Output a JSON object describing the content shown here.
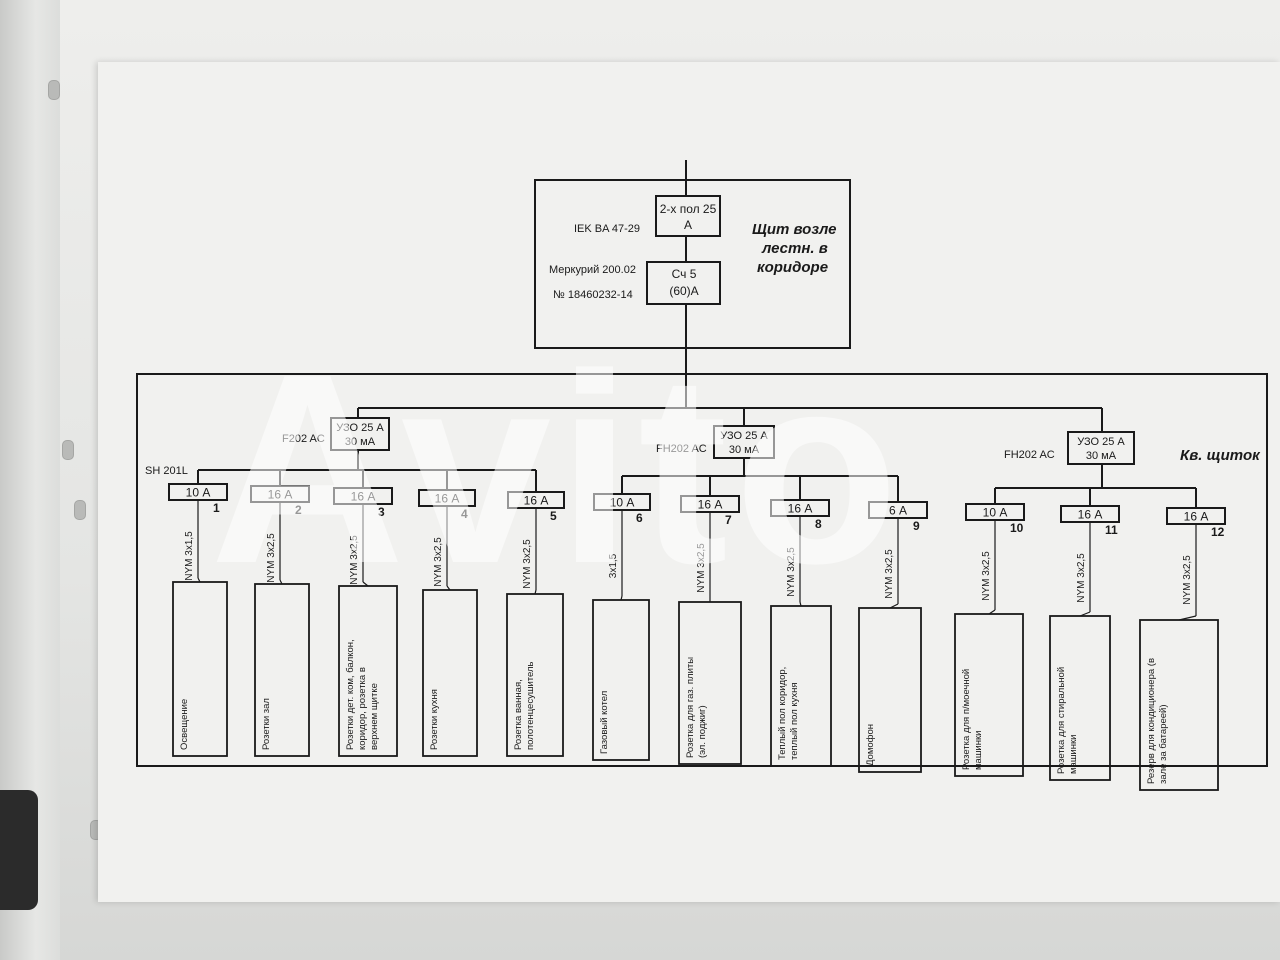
{
  "main_panel": {
    "title_lines": [
      "Щит возле",
      "лестн. в",
      "коридоре"
    ],
    "breaker_label_lines": [
      "2-х пол 25",
      "А"
    ],
    "breaker_model": "IEK BA 47-29",
    "meter_label_lines": [
      "Сч  5",
      "(60)А"
    ],
    "meter_model": "Меркурий 200.02",
    "meter_serial": "№ 18460232-14"
  },
  "sub_panel": {
    "title": "Кв. щиток",
    "rcds": [
      {
        "label_lines": [
          "УЗО 25 А",
          "30 мА"
        ],
        "model": "F202 AC"
      },
      {
        "label_lines": [
          "УЗО 25 А",
          "30 мА"
        ],
        "model": "FH202 AC"
      },
      {
        "label_lines": [
          "УЗО 25 А",
          "30 мА"
        ],
        "model": "FH202 AC"
      }
    ],
    "first_breaker_model": "SH 201L",
    "circuits": [
      {
        "rating": "10 А",
        "number": "1",
        "cable": "NYM 3x1,5",
        "load_lines": [
          "Освещение"
        ]
      },
      {
        "rating": "16 А",
        "number": "2",
        "cable": "NYM 3x2,5",
        "load_lines": [
          "Розетки зал"
        ]
      },
      {
        "rating": "16 А",
        "number": "3",
        "cable": "NYM 3x2,5",
        "load_lines": [
          "Розетки дет. ком, балкон,",
          "коридор,  розетка в",
          "верхнем щитке"
        ]
      },
      {
        "rating": "16 А",
        "number": "4",
        "cable": "NYM 3x2,5",
        "load_lines": [
          "Розетки кухня"
        ]
      },
      {
        "rating": "16 А",
        "number": "5",
        "cable": "NYM 3x2,5",
        "load_lines": [
          "Розетка ванная,",
          "полотенцесушитель"
        ]
      },
      {
        "rating": "10 А",
        "number": "6",
        "cable": "3x1,5",
        "load_lines": [
          "Газовый котел"
        ]
      },
      {
        "rating": "16 А",
        "number": "7",
        "cable": "NYM 3x2,5",
        "load_lines": [
          "Розетка для газ. плиты",
          "(эл. поджиг)"
        ]
      },
      {
        "rating": "16 А",
        "number": "8",
        "cable": "NYM 3x2,5",
        "load_lines": [
          "Теплый пол коридор,",
          "теплый пол кухня"
        ]
      },
      {
        "rating": "6 А",
        "number": "9",
        "cable": "NYM 3x2,5",
        "load_lines": [
          "Домофон"
        ]
      },
      {
        "rating": "10 А",
        "number": "10",
        "cable": "NYM 3x2,5",
        "load_lines": [
          "Розетка для п/моечной",
          "машинки"
        ]
      },
      {
        "rating": "16 А",
        "number": "11",
        "cable": "NYM 3x2,5",
        "load_lines": [
          "Розетка для стиральной",
          "машинки"
        ]
      },
      {
        "rating": "16 А",
        "number": "12",
        "cable": "NYM 3x2,5",
        "load_lines": [
          "Резерв для кондиционера (в",
          "зале за батареей)"
        ]
      }
    ]
  },
  "watermark": "Avito"
}
